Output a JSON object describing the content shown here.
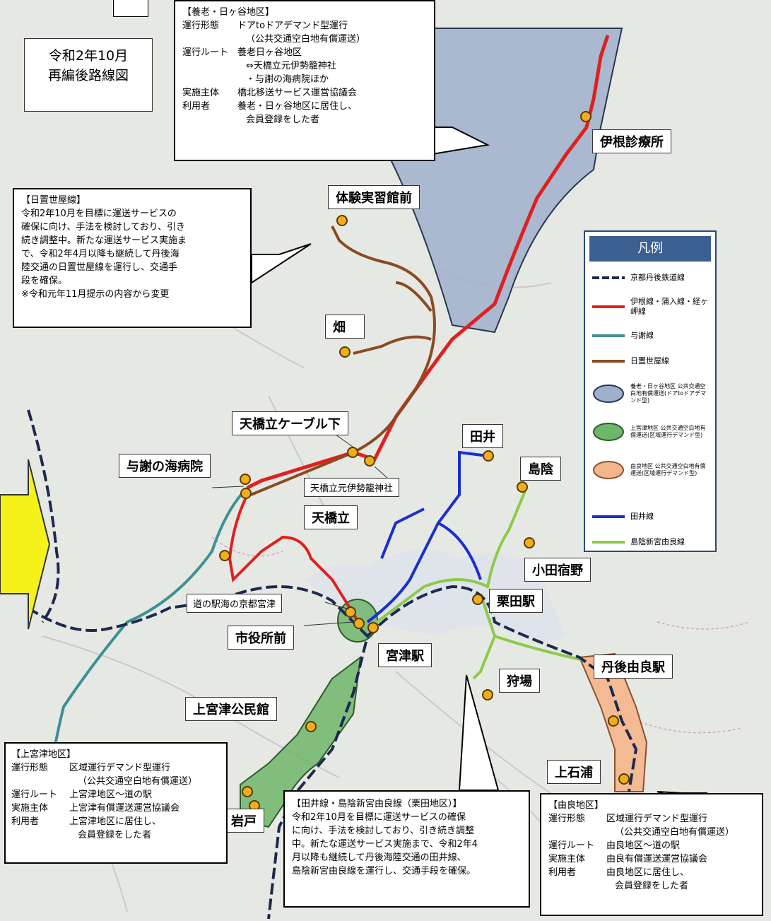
{
  "map_title": {
    "line1": "令和2年10月",
    "line2": "再編後路線図"
  },
  "stops": {
    "ine_clinic": "伊根診療所",
    "taiken": "体験実習館前",
    "hata": "畑",
    "cable": "天橋立ケーブル下",
    "hospital": "与謝の海病院",
    "motoise": "天橋立元伊勢籠神社",
    "amanohashidate": "天橋立",
    "tai": "田井",
    "shimakage": "島陰",
    "odashukuno": "小田宿野",
    "michinoeki": "道の駅海の京都宮津",
    "kurita": "栗田駅",
    "shiyakusho": "市役所前",
    "miyazu_st": "宮津駅",
    "kariba": "狩場",
    "tango_yura": "丹後由良駅",
    "kamimiyazu": "上宮津公民館",
    "kamiishiura": "上石浦",
    "iwato": "岩戸"
  },
  "legend": {
    "title": "凡例",
    "items": [
      {
        "label": "京都丹後鉄道線"
      },
      {
        "label": "伊根線・蒲入線・経ヶ岬線"
      },
      {
        "label": "与謝線"
      },
      {
        "label": "日置世屋線"
      },
      {
        "label": "養老・日ヶ谷地区 公共交通空白地有償運送(ドアtoドアデマンド型)"
      },
      {
        "label": "上宮津地区 公共交通空白地有償運送(区域運行デマンド型)"
      },
      {
        "label": "由良地区 公共交通空白地有償運送(区域運行デマンド型)"
      },
      {
        "label": "田井線"
      },
      {
        "label": "島陰新宮由良線"
      }
    ]
  },
  "yoro": {
    "heading": "【養老・日ヶ谷地区】",
    "rows": [
      {
        "k": "運行形態",
        "v": "ドアtoドアデマンド型運行"
      },
      {
        "k": "",
        "v": "（公共交通空白地有償運送）"
      },
      {
        "k": "運行ルート",
        "v": "養老日ヶ谷地区"
      },
      {
        "k": "",
        "v": "⇔天橋立元伊勢籠神社"
      },
      {
        "k": "",
        "v": "・与謝の海病院ほか"
      },
      {
        "k": "実施主体",
        "v": "橋北移送サービス運営協議会"
      },
      {
        "k": "利用者",
        "v": "養老・日ヶ谷地区に居住し、"
      },
      {
        "k": "",
        "v": "会員登録をした者"
      }
    ]
  },
  "hioki": {
    "heading": "【日置世屋線】",
    "lines": [
      "令和2年10月を目標に運送サービスの",
      "確保に向け、手法を検討しており、引き",
      "続き調整中。新たな運送サービス実施ま",
      "で、令和2年4月以降も継続して丹後海",
      "陸交通の日置世屋線を運行し、交通手",
      "段を確保。",
      "※令和元年11月提示の内容から変更"
    ]
  },
  "kamimiyazu_info": {
    "heading": "【上宮津地区】",
    "rows": [
      {
        "k": "運行形態",
        "v": "区域運行デマンド型運行"
      },
      {
        "k": "",
        "v": "（公共交通空白地有償運送）"
      },
      {
        "k": "運行ルート",
        "v": "上宮津地区～道の駅"
      },
      {
        "k": "実施主体",
        "v": "上宮津有償運送運営協議会"
      },
      {
        "k": "利用者",
        "v": "上宮津地区に居住し、"
      },
      {
        "k": "",
        "v": "会員登録をした者"
      }
    ]
  },
  "tai_info": {
    "heading": "【田井線・島陰新宮由良線（栗田地区）】",
    "lines": [
      "令和2年10月を目標に運送サービスの確保",
      "に向け、手法を検討しており、引き続き調整",
      "中。新たな運送サービス実施まで、令和2年4",
      "月以降も継続して丹後海陸交通の田井線、",
      "島陰新宮由良線を運行し、交通手段を確保。"
    ]
  },
  "yura_info": {
    "heading": "【由良地区】",
    "rows": [
      {
        "k": "運行形態",
        "v": "区域運行デマンド型運行"
      },
      {
        "k": "",
        "v": "（公共交通空白地有償運送）"
      },
      {
        "k": "運行ルート",
        "v": "由良地区～道の駅"
      },
      {
        "k": "実施主体",
        "v": "由良有償運送運営協議会"
      },
      {
        "k": "利用者",
        "v": "由良地区に居住し、"
      },
      {
        "k": "",
        "v": "会員登録をした者"
      }
    ]
  },
  "colors": {
    "railway": "#1d2a4f",
    "ine_line": "#e0201e",
    "yosa_line": "#3f9096",
    "hioki_line": "#8a4a22",
    "tai_line": "#1a2fd0",
    "shimakage_line": "#8dc94a",
    "yoro_zone": "#9fb0cc",
    "kamimiyazu_zone": "#6fb56a",
    "yura_zone": "#f4b58a",
    "stop": "#f0ae1e",
    "arrow": "#f5f21a",
    "legend_header": "#3c5f92"
  }
}
